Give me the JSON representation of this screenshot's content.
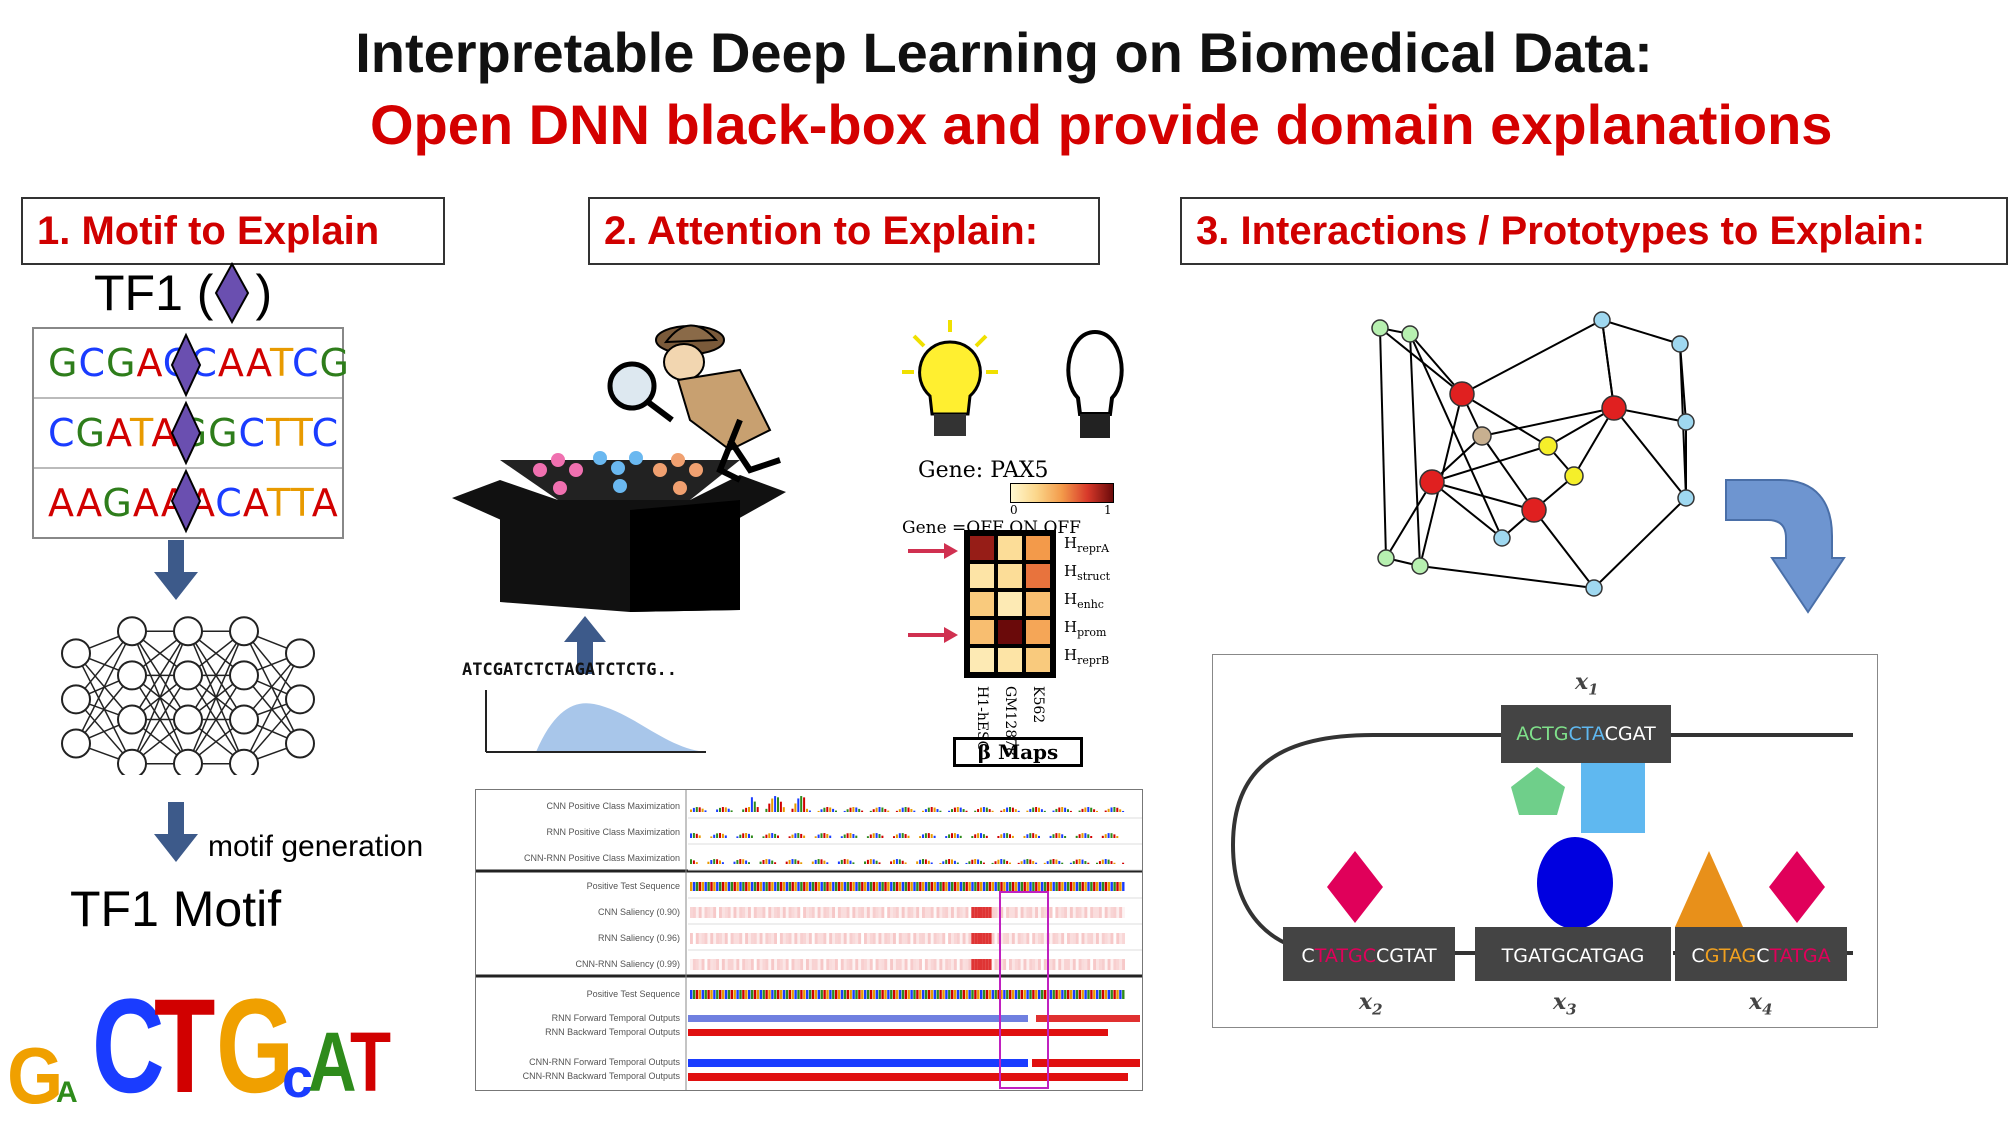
{
  "title": {
    "line1": "Interpretable Deep Learning on Biomedical Data:",
    "line2": "Open DNN black-box and provide domain explanations"
  },
  "panel1": {
    "header": "1. Motif to Explain",
    "tf_label": "TF1 (",
    "tf_close": ")",
    "sequences": [
      "GCGACCAATCG",
      "CGATAGGCTTC",
      "AAGAAACATTA"
    ],
    "motif_generation": "motif generation",
    "tf_motif": "TF1 Motif",
    "logo_letters": [
      "G",
      "A",
      "C",
      "T",
      "G",
      "c",
      "A",
      "T"
    ]
  },
  "panel2": {
    "header": "2. Attention to Explain:",
    "input_sequence": "ATCGATCTCTAGATCTCTG..",
    "gene_title": "Gene: PAX5",
    "scale_min": "0",
    "scale_max": "1",
    "gene_state_header": "Gene =OFF ON OFF",
    "heatmap_rows": [
      "HreprA",
      "Hstruct",
      "Henhc",
      "Hprom",
      "HreprB"
    ],
    "heatmap_cols": [
      "H1-hESC",
      "GM12878",
      "K562"
    ],
    "heatmap_values": [
      [
        0.9,
        0.2,
        0.5
      ],
      [
        0.15,
        0.2,
        0.6
      ],
      [
        0.3,
        0.1,
        0.35
      ],
      [
        0.35,
        1.0,
        0.45
      ],
      [
        0.1,
        0.15,
        0.3
      ]
    ],
    "beta_maps": "β Maps",
    "tracks": [
      "CNN Positive Class Maximization",
      "RNN Positive Class Maximization",
      "CNN-RNN Positive Class Maximization",
      "Positive Test Sequence",
      "CNN Saliency (0.90)",
      "RNN Saliency (0.96)",
      "CNN-RNN Saliency (0.99)",
      "Positive Test Sequence",
      "RNN Forward Temporal Outputs",
      "RNN Backward Temporal Outputs",
      "CNN-RNN Forward Temporal Outputs",
      "CNN-RNN Backward Temporal Outputs"
    ]
  },
  "panel3": {
    "header": "3. Interactions / Prototypes to Explain:",
    "x1": "x1",
    "x2": "x2",
    "x3": "x3",
    "x4": "x4",
    "seq_x1": "ACTGCTACGAT",
    "seq_x2": "CTATGCCGTAT",
    "seq_x3": "TGATGCATGAG",
    "seq_x4": "CGTAGCTATGA"
  },
  "colors": {
    "title_red": "#d40000",
    "diamond": "#6a4fb0",
    "arrow": "#3d5a8a",
    "node_green": "#b7f0b0",
    "node_red": "#e02020",
    "node_blue": "#9fd8f0",
    "node_yellow": "#f5ef2a",
    "node_tan": "#c8b090"
  }
}
